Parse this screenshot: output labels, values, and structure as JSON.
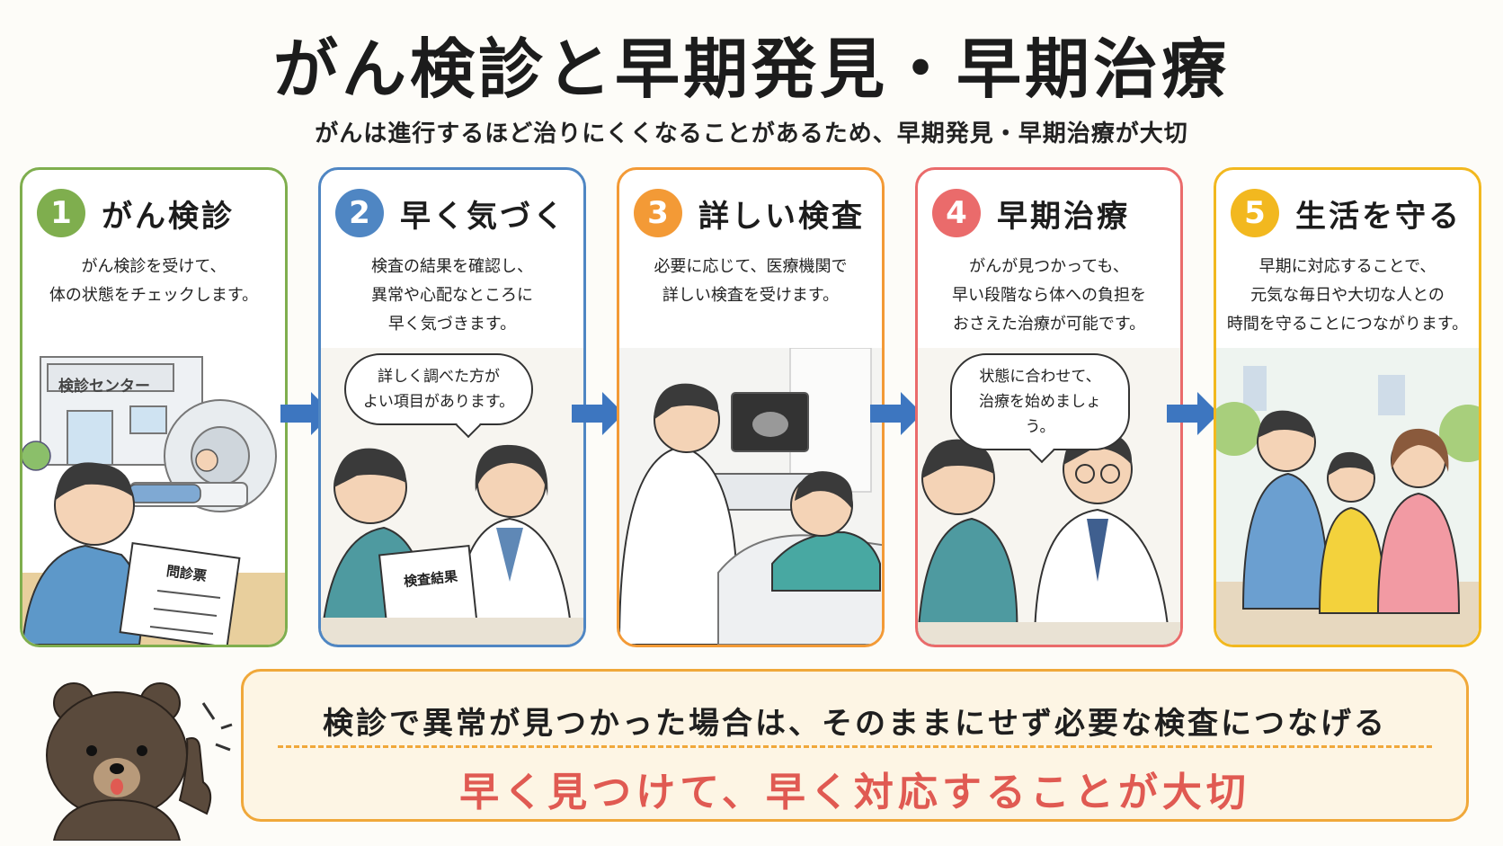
{
  "title": "がん検診と早期発見・早期治療",
  "subtitle": "がんは進行するほど治りにくくなることがあるため、早期発見・早期治療が大切",
  "colors": {
    "green": "#7fae4e",
    "blue": "#4f86c3",
    "orange": "#f39a36",
    "red": "#ea6b6b",
    "yellow": "#f2b81f",
    "arrow": "#3d76c0",
    "accent_red": "#e05a52",
    "bottom_border": "#f0a83a"
  },
  "steps": [
    {
      "number": "1",
      "title": "がん検診",
      "desc": [
        "がん検診を受けて、",
        "体の状態をチェックします。"
      ],
      "sign": "検診センター",
      "paper": "問診票"
    },
    {
      "number": "2",
      "title": "早く気づく",
      "desc": [
        "検査の結果を確認し、",
        "異常や心配なところに",
        "早く気づきます。"
      ],
      "bubble": [
        "詳しく調べた方が",
        "よい項目があります。"
      ],
      "paper": "検査結果"
    },
    {
      "number": "3",
      "title": "詳しい検査",
      "desc": [
        "必要に応じて、医療機関で",
        "詳しい検査を受けます。"
      ]
    },
    {
      "number": "4",
      "title": "早期治療",
      "desc": [
        "がんが見つかっても、",
        "早い段階なら体への負担を",
        "おさえた治療が可能です。"
      ],
      "bubble": [
        "状態に合わせて、",
        "治療を始めましょう。"
      ]
    },
    {
      "number": "5",
      "title": "生活を守る",
      "desc": [
        "早期に対応することで、",
        "元気な毎日や大切な人との",
        "時間を守ることにつながります。"
      ]
    }
  ],
  "bottom": {
    "message": "検診で異常が見つかった場合は、そのままにせず必要な検査につなげる",
    "emphasis": "早く見つけて、早く対応することが大切"
  },
  "icons": [
    "arrow-right-icon",
    "bear-mascot",
    "building-illustration",
    "mri-machine-illustration",
    "doctor-illustration",
    "ultrasound-illustration",
    "family-illustration"
  ]
}
